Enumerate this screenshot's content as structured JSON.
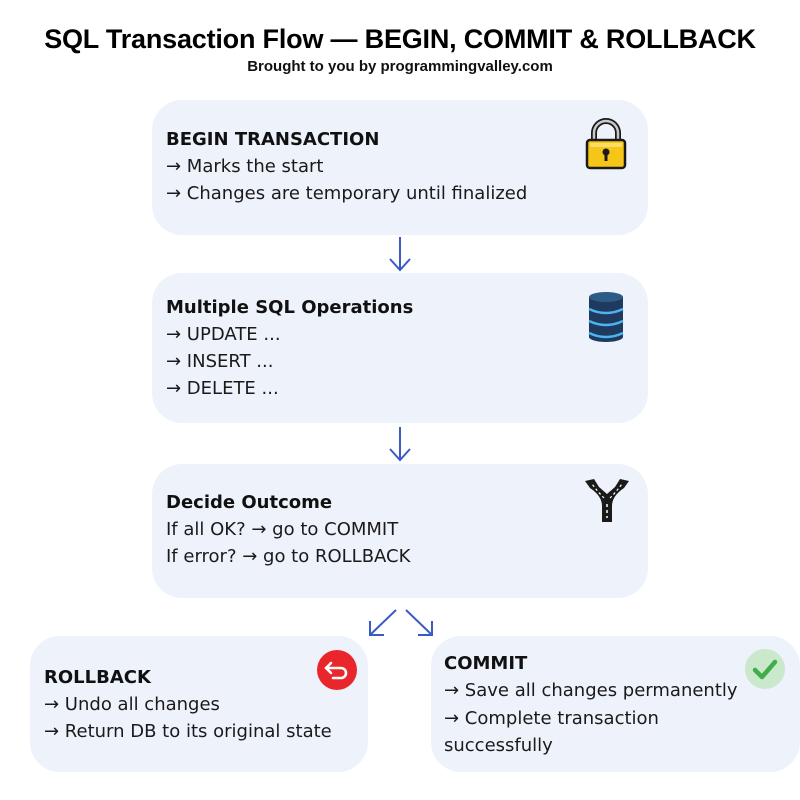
{
  "header": {
    "title": "SQL Transaction Flow — BEGIN, COMMIT & ROLLBACK",
    "subtitle": "Brought to you by programmingvalley.com"
  },
  "steps": {
    "begin": {
      "title": "BEGIN TRANSACTION",
      "lines": [
        "→ Marks the start",
        "→ Changes are temporary until finalized"
      ],
      "icon": "padlock-icon"
    },
    "operations": {
      "title": "Multiple SQL Operations",
      "lines": [
        "→ UPDATE ...",
        "→ INSERT ...",
        "→ DELETE ..."
      ],
      "icon": "database-icon"
    },
    "decide": {
      "title": "Decide Outcome",
      "lines": [
        "If all OK? → go to COMMIT",
        "If error? → go to ROLLBACK"
      ],
      "icon": "road-fork-icon"
    },
    "rollback": {
      "title": "ROLLBACK",
      "lines": [
        "→ Undo all changes",
        "→ Return DB to its original state"
      ],
      "icon": "undo-icon"
    },
    "commit": {
      "title": "COMMIT",
      "lines": [
        "→ Save all changes permanently",
        "→ Complete transaction",
        "successfully"
      ],
      "icon": "checkmark-icon"
    }
  },
  "colors": {
    "box_background": "#eef2fb",
    "arrow": "#3a5bc7",
    "rollback_badge": "#e8262b",
    "commit_badge": "#3fae49",
    "padlock": "#f5c518"
  }
}
